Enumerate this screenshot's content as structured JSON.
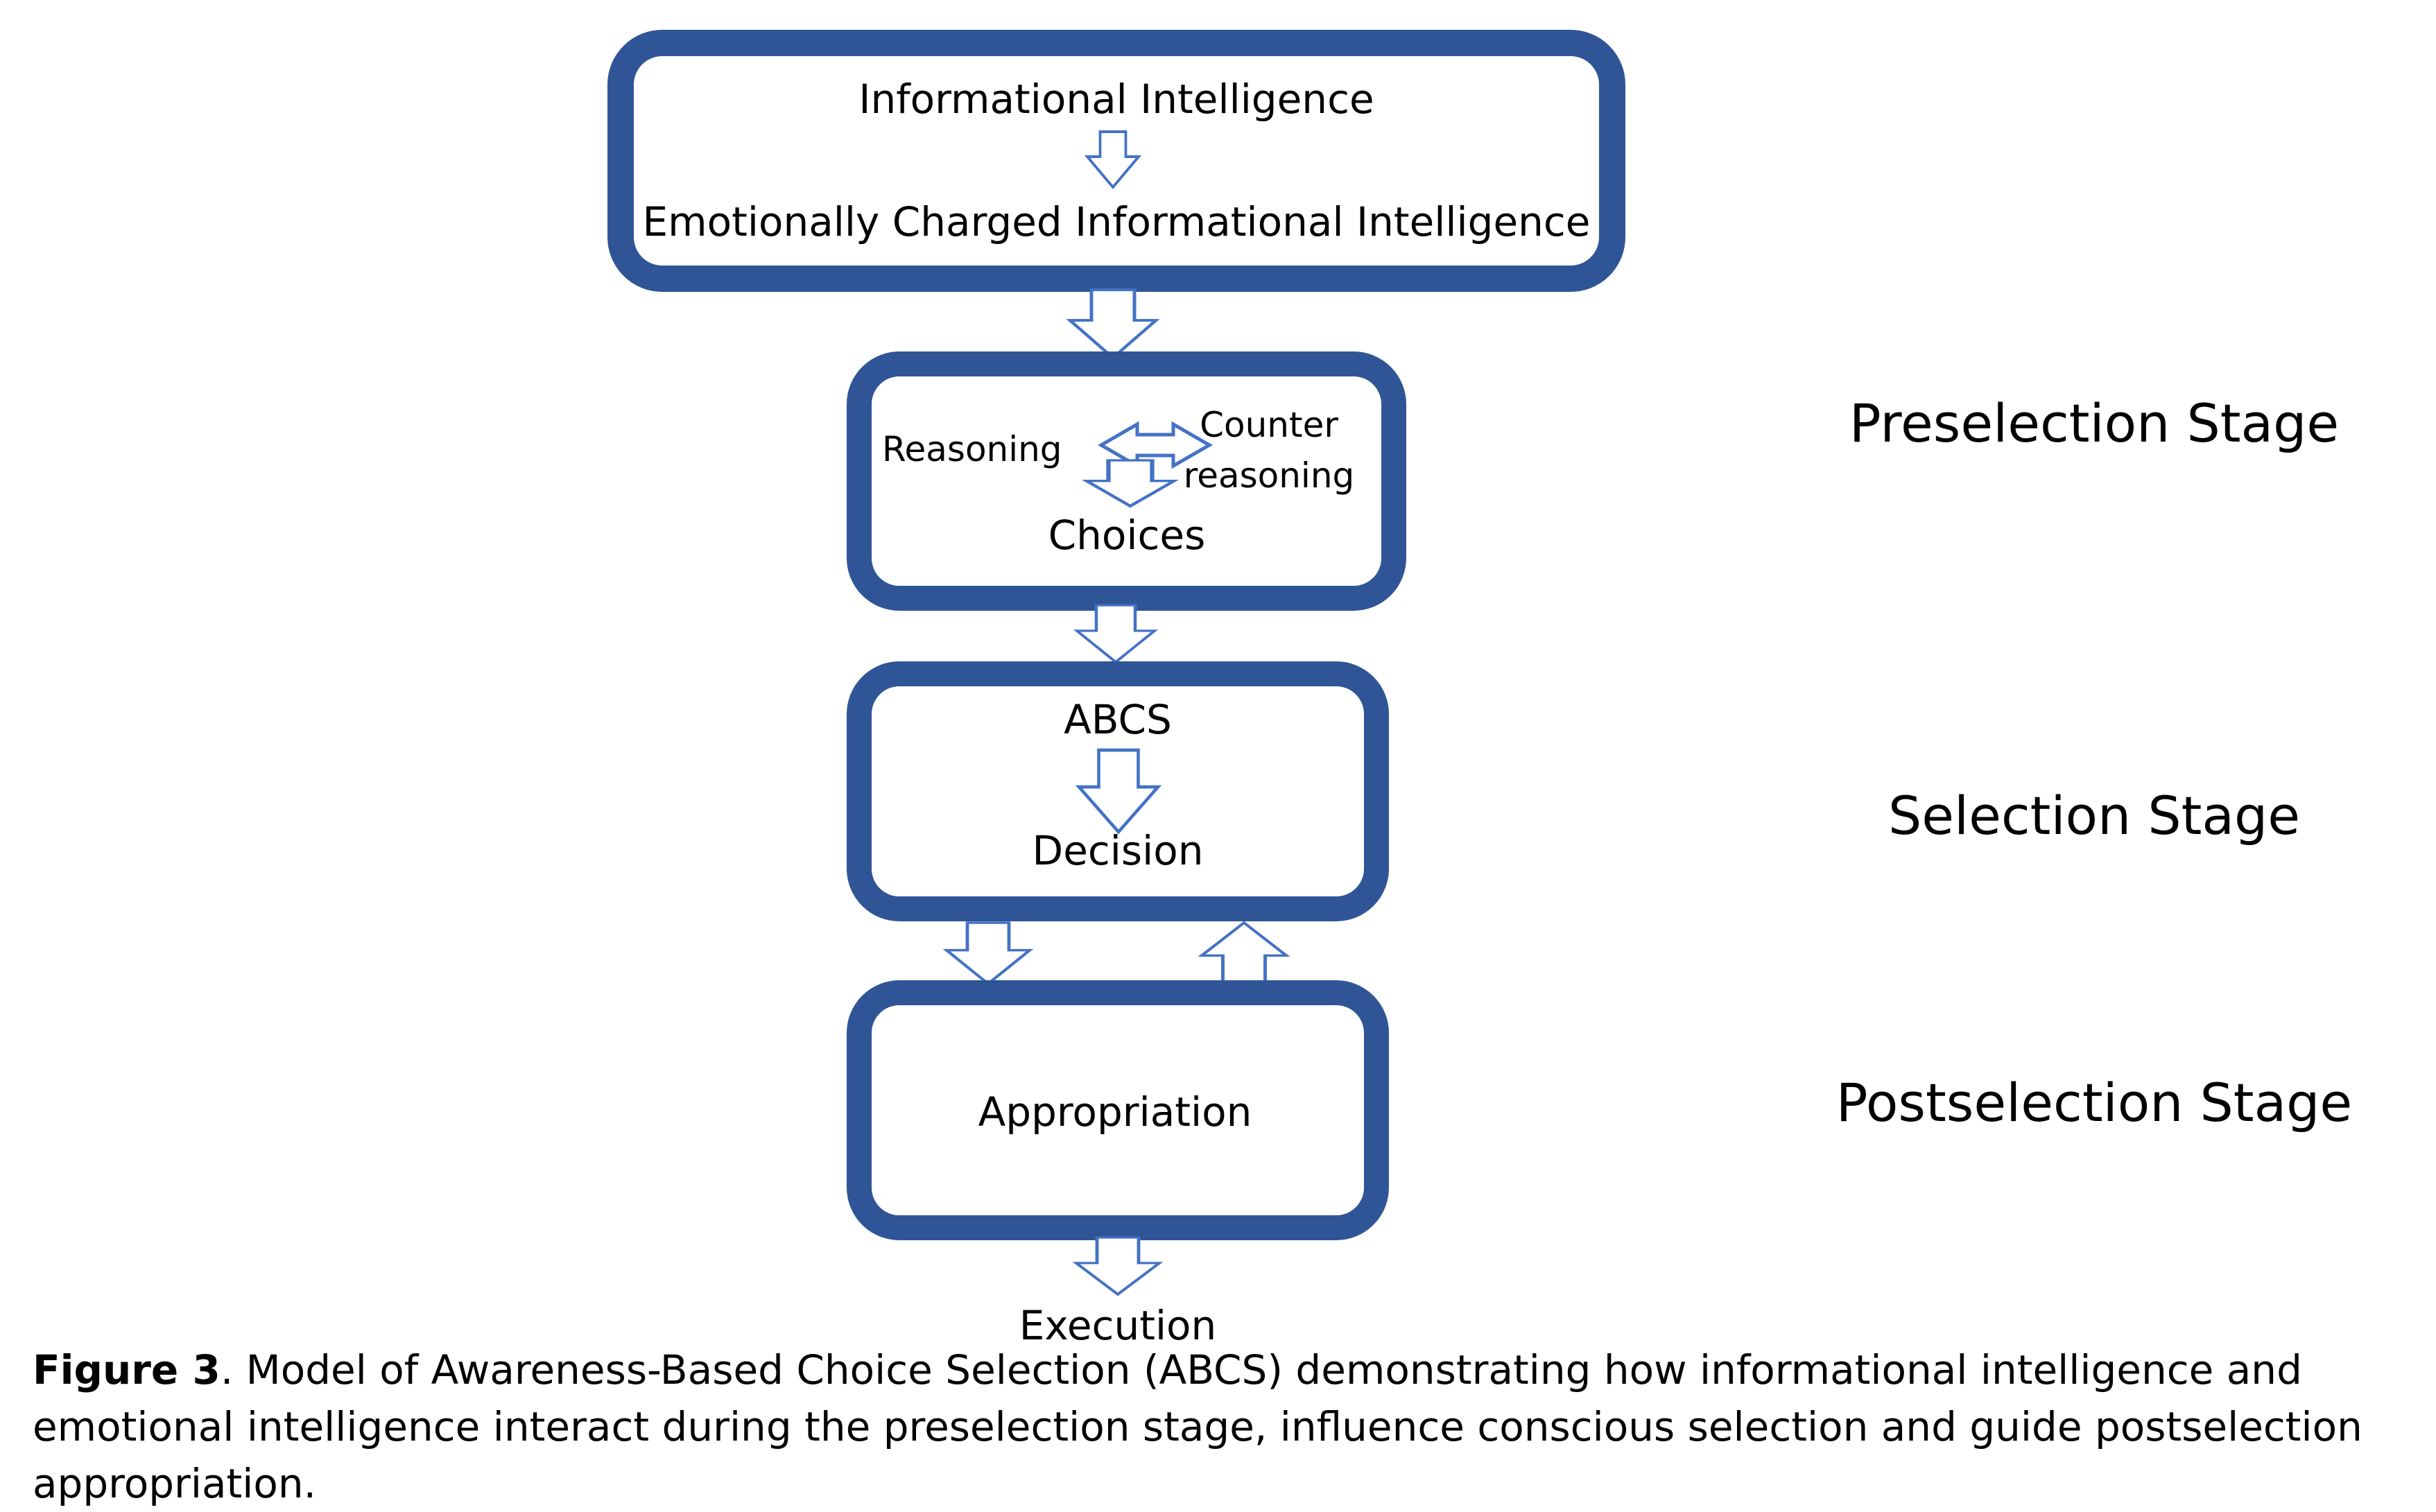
{
  "colors": {
    "box_border": "#2f5597",
    "arrow_stroke": "#4472c4",
    "arrow_fill": "#ffffff",
    "text": "#000000"
  },
  "boxes": {
    "informational": {
      "line1": "Informational Intelligence",
      "line2": "Emotionally Charged Informational Intelligence"
    },
    "reasoning": {
      "left": "Reasoning",
      "right_line1": "Counter",
      "right_line2": "reasoning",
      "bottom": "Choices"
    },
    "abcs": {
      "top": "ABCS",
      "bottom": "Decision"
    },
    "appropriation": {
      "label": "Appropriation"
    }
  },
  "outside": {
    "execution": "Execution"
  },
  "stages": {
    "preselection": "Preselection Stage",
    "selection": "Selection Stage",
    "postselection": "Postselection Stage"
  },
  "caption": {
    "label": "Figure 3",
    "text": ". Model of Awareness-Based Choice Selection (ABCS) demonstrating how informational intelligence and emotional intelligence interact during the preselection stage, influence conscious selection and guide postselection appropriation."
  },
  "icons": [
    "down-arrow-icon",
    "up-arrow-icon",
    "double-arrow-icon"
  ]
}
